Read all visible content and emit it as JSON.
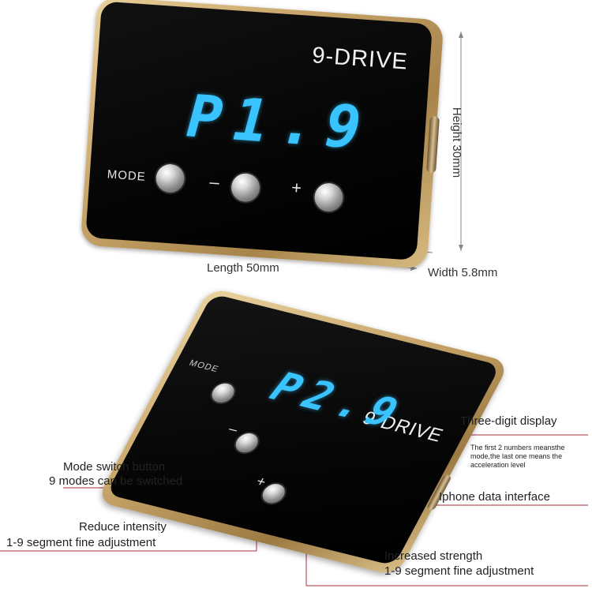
{
  "top_device": {
    "brand": "9-DRIVE",
    "display": "P1.9",
    "mode_label": "MODE",
    "minus_label": "–",
    "plus_label": "+"
  },
  "bottom_device": {
    "brand": "9-DRIVE",
    "display": "P2.9",
    "mode_label": "MODE",
    "minus_label": "–",
    "plus_label": "+"
  },
  "dimensions": {
    "length": "Length 50mm",
    "width": "Width 5.8mm",
    "height": "Height 30mm"
  },
  "callouts": {
    "display_title": "Three-digit display",
    "display_note_1": "The first 2 numbers meansthe",
    "display_note_2": "mode,the last one means the",
    "display_note_3": "acceleration level",
    "mode_1": "Mode switch button",
    "mode_2": "9 modes can be switched",
    "reduce_1": "Reduce intensity",
    "reduce_2": "1-9 segment fine adjustment",
    "iphone": "Iphone data interface",
    "increase_1": "Increased strength",
    "increase_2": "1-9 segment fine adjustment"
  },
  "colors": {
    "display_blue": "#39c3ff",
    "callout_line": "#a3303a",
    "frame_gold": "#c8a56a"
  }
}
